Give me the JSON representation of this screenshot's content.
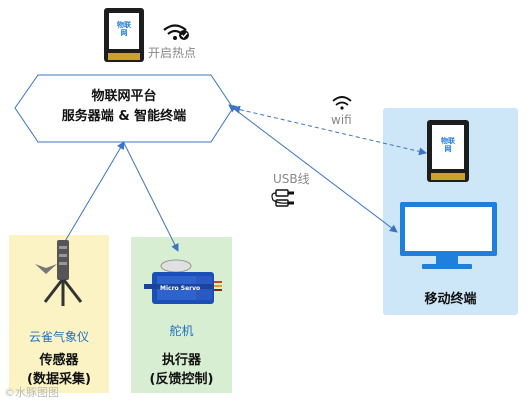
{
  "hotspot": {
    "label": "开启热点"
  },
  "platform": {
    "line1": "物联网平台",
    "line2": "服务器端 & 智能终端"
  },
  "wifi_link": {
    "label": "wifi"
  },
  "usb_link": {
    "label": "USB线"
  },
  "mobile": {
    "label": "移动终端"
  },
  "sensor": {
    "device_label": "云雀气象仪",
    "title": "传感器",
    "subtitle": "(数据采集)"
  },
  "actuator": {
    "device_label": "舵机",
    "servo_text": "Micro Servo",
    "title": "执行器",
    "subtitle": "(反馈控制)"
  },
  "watermark": "©水豚图图",
  "device_logo": "物联网",
  "colors": {
    "sensor_bg": "#fbf3c4",
    "actuator_bg": "#d7eed2",
    "mobile_bg": "#cde6f8",
    "arrow": "#3b74c4",
    "accent_text": "#1e6fc7"
  }
}
